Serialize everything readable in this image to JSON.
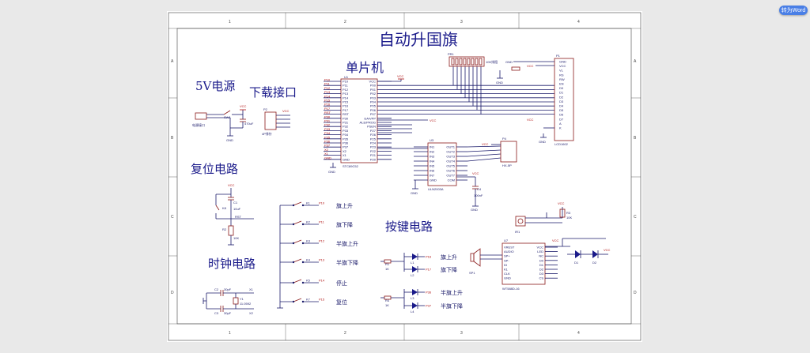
{
  "toolbar": {
    "convert_label": "转为Word"
  },
  "sheet": {
    "title": "自动升国旗",
    "sections": {
      "mcu": "单片机",
      "power": "5V电源",
      "download": "下载接口",
      "reset": "复位电路",
      "clock": "时钟电路",
      "keys": "按键电路"
    },
    "border": {
      "cols": [
        "1",
        "2",
        "3",
        "4"
      ],
      "rows": [
        "A",
        "B",
        "C",
        "D"
      ]
    },
    "mcu": {
      "ref": "U1",
      "part": "STC89C52",
      "left_pins": [
        "P10",
        "P11",
        "P12",
        "P13",
        "P14",
        "P15",
        "P16",
        "P17",
        "RST",
        "P30",
        "P31",
        "P32",
        "P33",
        "P34",
        "P35",
        "P36",
        "P37",
        "X2",
        "X1",
        "GND"
      ],
      "right_pins": [
        "VCC",
        "P00",
        "P01",
        "P02",
        "P03",
        "P04",
        "P05",
        "P06",
        "P07",
        "EA/VPP",
        "ALE/PROG",
        "PSEN",
        "P27",
        "P26",
        "P25",
        "P24",
        "P23",
        "P22",
        "P21",
        "P20"
      ]
    },
    "lcd": {
      "ref": "P1",
      "part": "LCD1602",
      "pins": [
        "GND",
        "VCC",
        "VL",
        "RS",
        "RW",
        "EN",
        "D0",
        "D1",
        "D2",
        "D3",
        "D4",
        "D5",
        "D6",
        "D7",
        "A",
        "K"
      ]
    },
    "driver": {
      "ref": "U3",
      "part": "ULN2003A",
      "inputs": [
        "IN1",
        "IN2",
        "IN3",
        "IN4",
        "IN5",
        "IN6",
        "IN7",
        "GND"
      ],
      "outputs": [
        "OUT1",
        "OUT2",
        "OUT3",
        "OUT4",
        "OUT5",
        "OUT6",
        "OUT7",
        "COM"
      ]
    },
    "motor_header": {
      "ref": "P4",
      "part": "HX-5P"
    },
    "prog_header": {
      "ref": "P2",
      "part": "4P排针"
    },
    "resnet": {
      "ref": "PR1",
      "label": "10K排阻"
    },
    "voice": {
      "ref": "U7",
      "part": "WT588D-16",
      "pins_left": [
        "VREST",
        "AUDIO",
        "SP+",
        "SP-",
        "DI",
        "K1",
        "CLK",
        "GND"
      ],
      "pins_right": [
        "VCC",
        "LED",
        "NC",
        "D0",
        "D1",
        "D2",
        "D3",
        "CS"
      ]
    },
    "power_labels": {
      "vcc": "VCC",
      "gnd": "GND",
      "sw": "SW1",
      "jack": "电源接口",
      "cap": "470uF"
    },
    "buttons": [
      {
        "ref": "K1",
        "net": "P10",
        "label": "旗上升"
      },
      {
        "ref": "K2",
        "net": "P11",
        "label": "旗下降"
      },
      {
        "ref": "K3",
        "net": "P12",
        "label": "半旗上升"
      },
      {
        "ref": "K4",
        "net": "P13",
        "label": "半旗下降"
      },
      {
        "ref": "K5",
        "net": "P14",
        "label": "停止"
      },
      {
        "ref": "K7",
        "net": "P15",
        "label": "复位"
      }
    ],
    "leds": [
      {
        "ref": "L1",
        "net": "P16",
        "label": "旗上升"
      },
      {
        "ref": "L2",
        "net": "P17",
        "label": "旗下降"
      },
      {
        "ref": "L3",
        "net": "P36",
        "label": "半旗上升"
      },
      {
        "ref": "L4",
        "net": "P37",
        "label": "半旗下降"
      }
    ],
    "reset_parts": {
      "cap": "C1",
      "capv": "10uF",
      "res": "R2",
      "resv": "10K",
      "key": "K8",
      "net": "RST"
    },
    "clock_parts": {
      "c2": "C2",
      "c3": "C3",
      "cv": "30pF",
      "xtal": "Y1",
      "xv": "11.0592",
      "x1": "X1",
      "x2": "X2"
    },
    "ir": {
      "ref": "IR1",
      "res": "R3",
      "resv": "10K"
    },
    "speaker": {
      "ref": "SP1"
    },
    "diodes": [
      "D1",
      "D2"
    ],
    "cap_c4": {
      "ref": "C4",
      "val": "100nF"
    },
    "led_res": [
      {
        "ref": "R1",
        "val": "1K"
      },
      {
        "ref": "R4",
        "val": "1K"
      }
    ]
  }
}
